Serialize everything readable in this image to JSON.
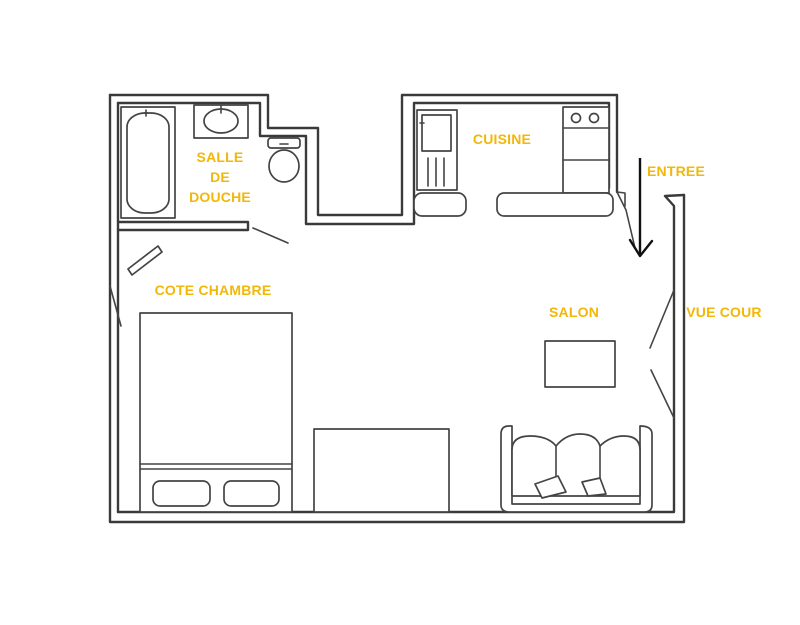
{
  "colors": {
    "label": "#f2b707",
    "wall": "#3a3a3a",
    "arrow": "#111111"
  },
  "rooms": {
    "bathroom": {
      "line1": "SALLE",
      "line2": "DE",
      "line3": "DOUCHE"
    },
    "kitchen": {
      "label": "CUISINE"
    },
    "entrance": {
      "label": "ENTREE"
    },
    "bedroom": {
      "label": "COTE CHAMBRE"
    },
    "living": {
      "label": "SALON"
    },
    "courtyard": {
      "label": "VUE COUR"
    }
  },
  "icons": {
    "entrance_arrow": "down-arrow-icon",
    "bathtub": "bathtub-icon",
    "washbasin": "washbasin-icon",
    "toilet": "toilet-icon",
    "kitchen_sink": "sink-icon",
    "stove": "stove-icon",
    "bed": "bed-icon",
    "sofa": "sofa-icon",
    "coffee_table": "coffee-table-icon"
  }
}
